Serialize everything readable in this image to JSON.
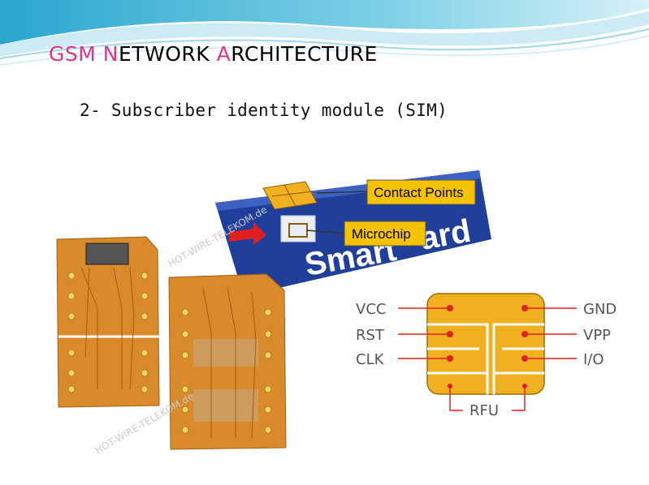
{
  "slide": {
    "title": {
      "first_letter": "GSM ",
      "n": "N",
      "etwork": "ETWORK ",
      "a": "A",
      "rchitecture": "RCHITECTURE"
    },
    "subtitle": "2- Subscriber identity module (SIM)"
  },
  "figure": {
    "callouts": {
      "contact_points": "Contact Points",
      "microchip": "Microchip"
    },
    "card_text": "Smart",
    "card_text_partial": "ard",
    "pins_left": [
      "VCC",
      "RST",
      "CLK"
    ],
    "pins_right": [
      "GND",
      "VPP",
      "I/O"
    ],
    "pin_bottom": "RFU",
    "watermark": "HOT-WIRE-TELEKOM.de"
  },
  "colors": {
    "accent_pink": "#e0348a",
    "card_blue": "#1f3f9a",
    "callout_yellow": "#f5c200",
    "chip_gold": "#f0b020",
    "pin_red": "#e02020",
    "pcb_orange": "#d98a2b",
    "banner_teal": "#4fb8d6"
  }
}
